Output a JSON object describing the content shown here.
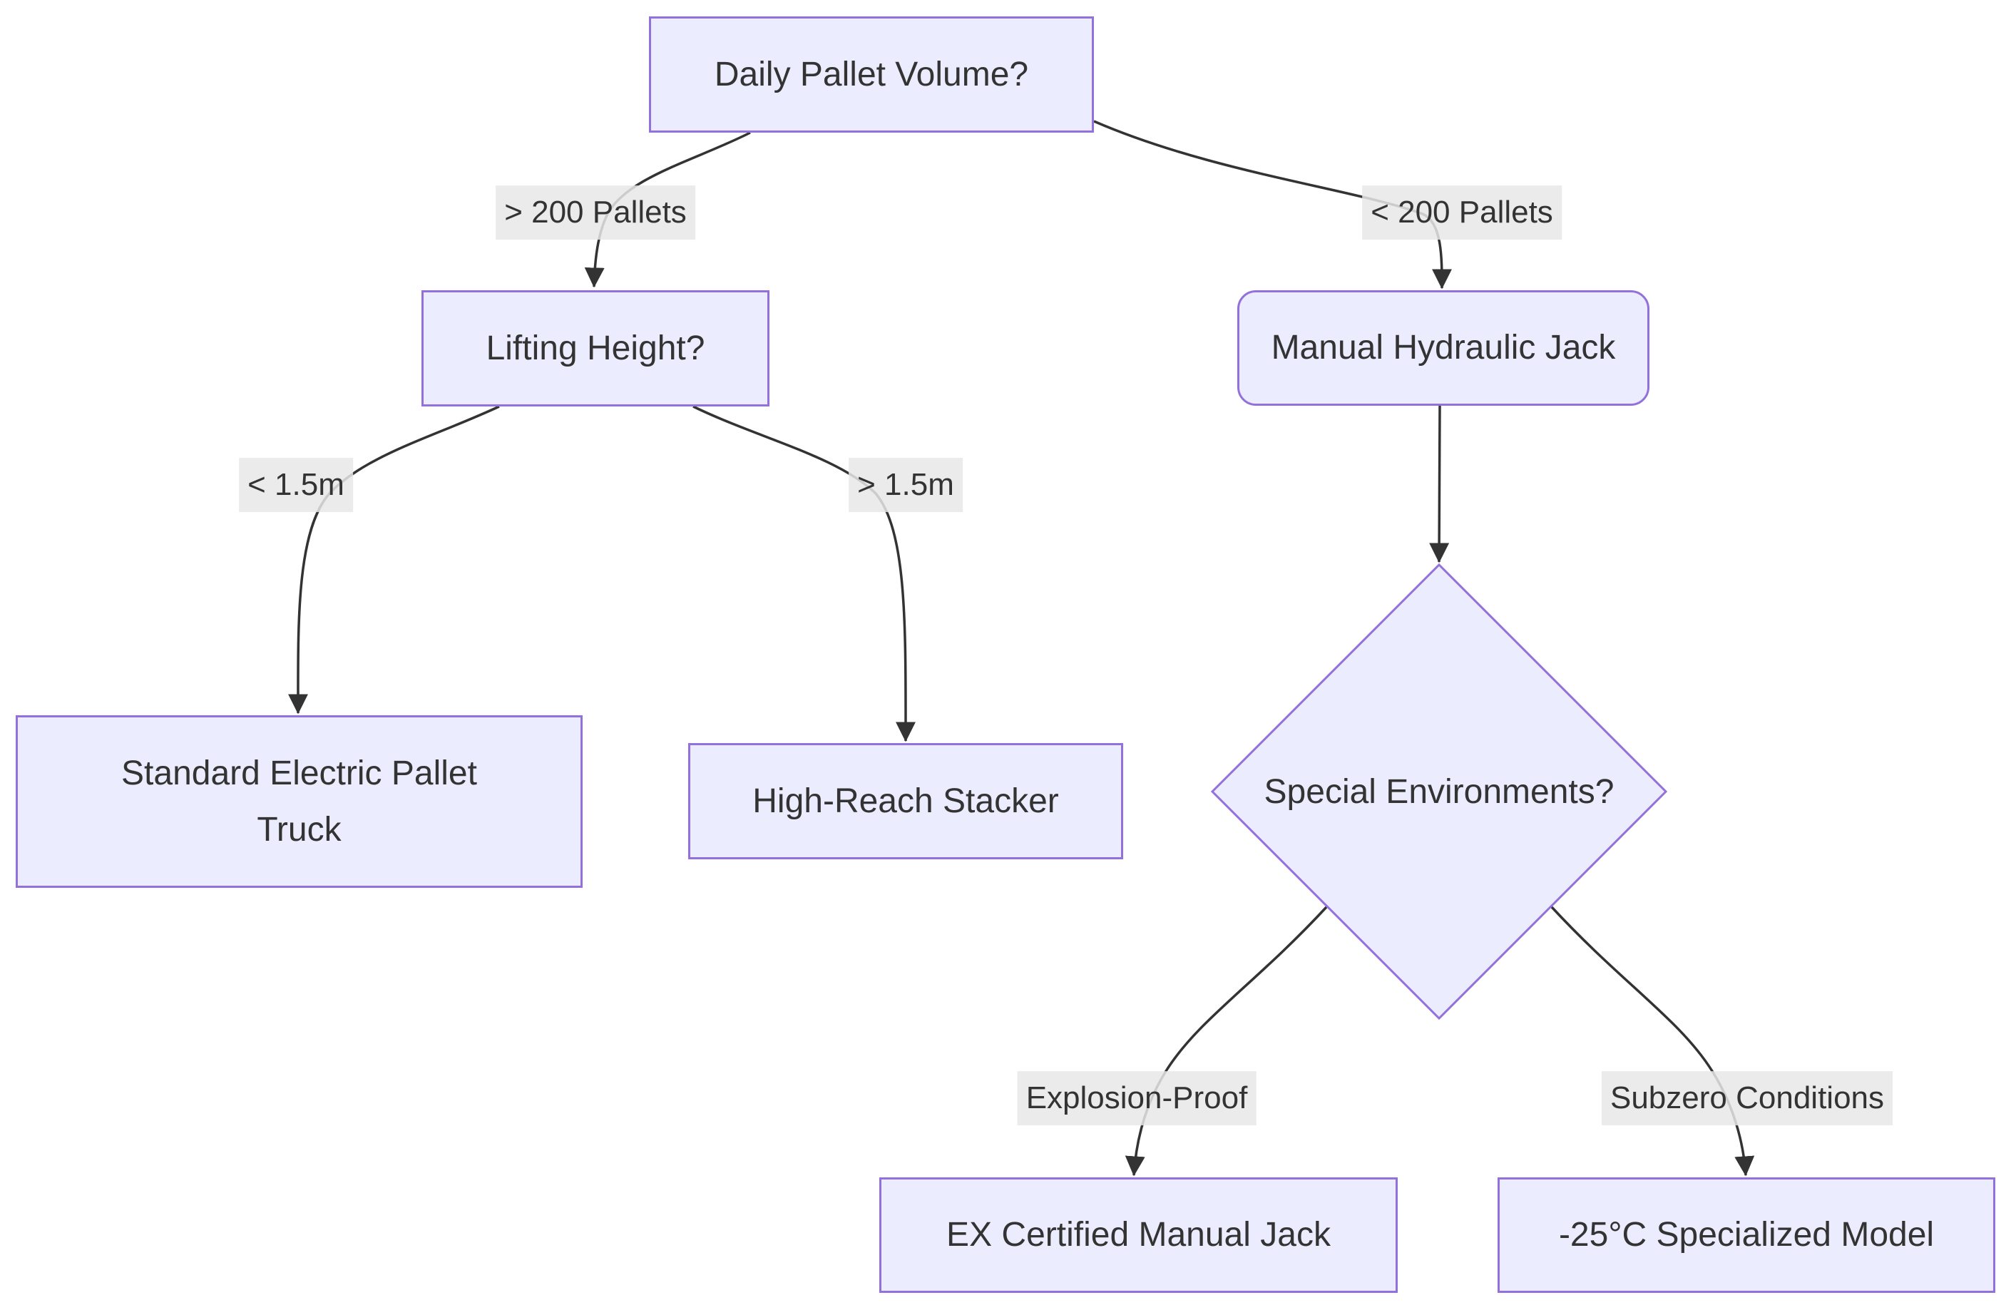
{
  "diagram": {
    "type": "flowchart",
    "direction": "top-down",
    "nodes": [
      {
        "id": "daily_volume",
        "label": "Daily Pallet Volume?",
        "shape": "rectangle"
      },
      {
        "id": "lifting_height",
        "label": "Lifting Height?",
        "shape": "rectangle"
      },
      {
        "id": "manual_jack",
        "label": "Manual Hydraulic Jack",
        "shape": "rounded-rectangle"
      },
      {
        "id": "standard_electric",
        "label": "Standard Electric Pallet Truck",
        "shape": "rectangle"
      },
      {
        "id": "high_reach",
        "label": "High-Reach Stacker",
        "shape": "rectangle"
      },
      {
        "id": "special_env",
        "label": "Special Environments?",
        "shape": "diamond"
      },
      {
        "id": "ex_certified",
        "label": "EX Certified Manual Jack",
        "shape": "rectangle"
      },
      {
        "id": "subzero_model",
        "label": "-25°C Specialized Model",
        "shape": "rectangle"
      }
    ],
    "edges": [
      {
        "from": "daily_volume",
        "to": "lifting_height",
        "label": "> 200 Pallets"
      },
      {
        "from": "daily_volume",
        "to": "manual_jack",
        "label": "< 200 Pallets"
      },
      {
        "from": "lifting_height",
        "to": "standard_electric",
        "label": "< 1.5m"
      },
      {
        "from": "lifting_height",
        "to": "high_reach",
        "label": "> 1.5m"
      },
      {
        "from": "manual_jack",
        "to": "special_env",
        "label": ""
      },
      {
        "from": "special_env",
        "to": "ex_certified",
        "label": "Explosion-Proof"
      },
      {
        "from": "special_env",
        "to": "subzero_model",
        "label": "Subzero Conditions"
      }
    ],
    "colors": {
      "node_fill": "#ECECFF",
      "node_border": "#9370DB",
      "edge_line": "#333333",
      "edge_label_bg": "#e8e8e8",
      "text": "#333333",
      "background": "#ffffff"
    }
  }
}
